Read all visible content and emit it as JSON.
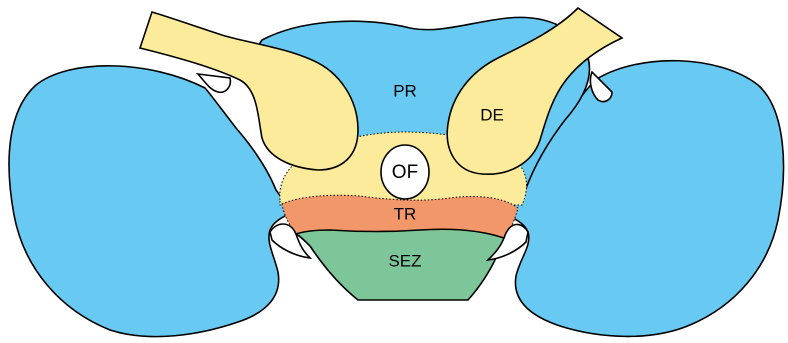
{
  "diagram": {
    "labels": {
      "pr": "PR",
      "de": "DE",
      "of": "OF",
      "tr": "TR",
      "sez": "SEZ"
    },
    "colors": {
      "blue": "#68C9F2",
      "yellow": "#FBEB9A",
      "orange": "#F2976A",
      "green": "#7DC69A",
      "outline": "#000000",
      "background": "#ffffff"
    }
  }
}
